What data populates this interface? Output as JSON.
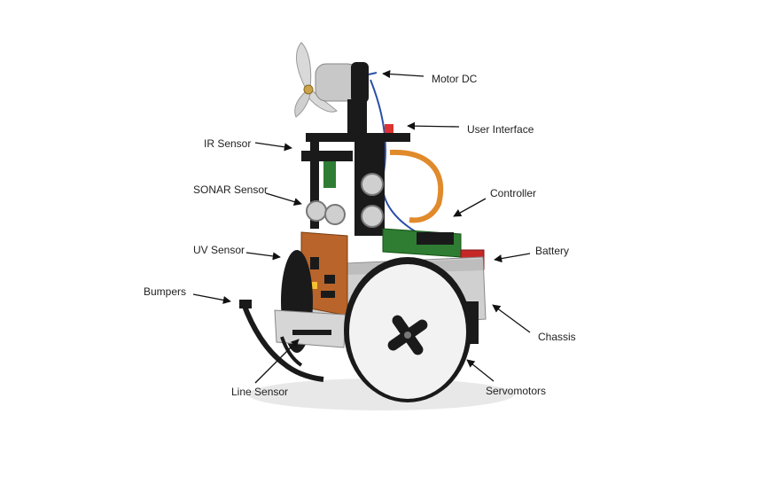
{
  "labels": {
    "motor_dc": "Motor DC",
    "user_interface": "User Interface",
    "ir_sensor": "IR Sensor",
    "sonar_sensor": "SONAR Sensor",
    "controller": "Controller",
    "uv_sensor": "UV Sensor",
    "battery": "Battery",
    "bumpers": "Bumpers",
    "chassis": "Chassis",
    "line_sensor": "Line Sensor",
    "servomotors": "Servomotors"
  },
  "colors": {
    "arrow": "#111111",
    "label_text": "#222222",
    "pcb": "#b8642a",
    "wheel": "#f2f2f2",
    "frame": "#1a1a1a"
  }
}
